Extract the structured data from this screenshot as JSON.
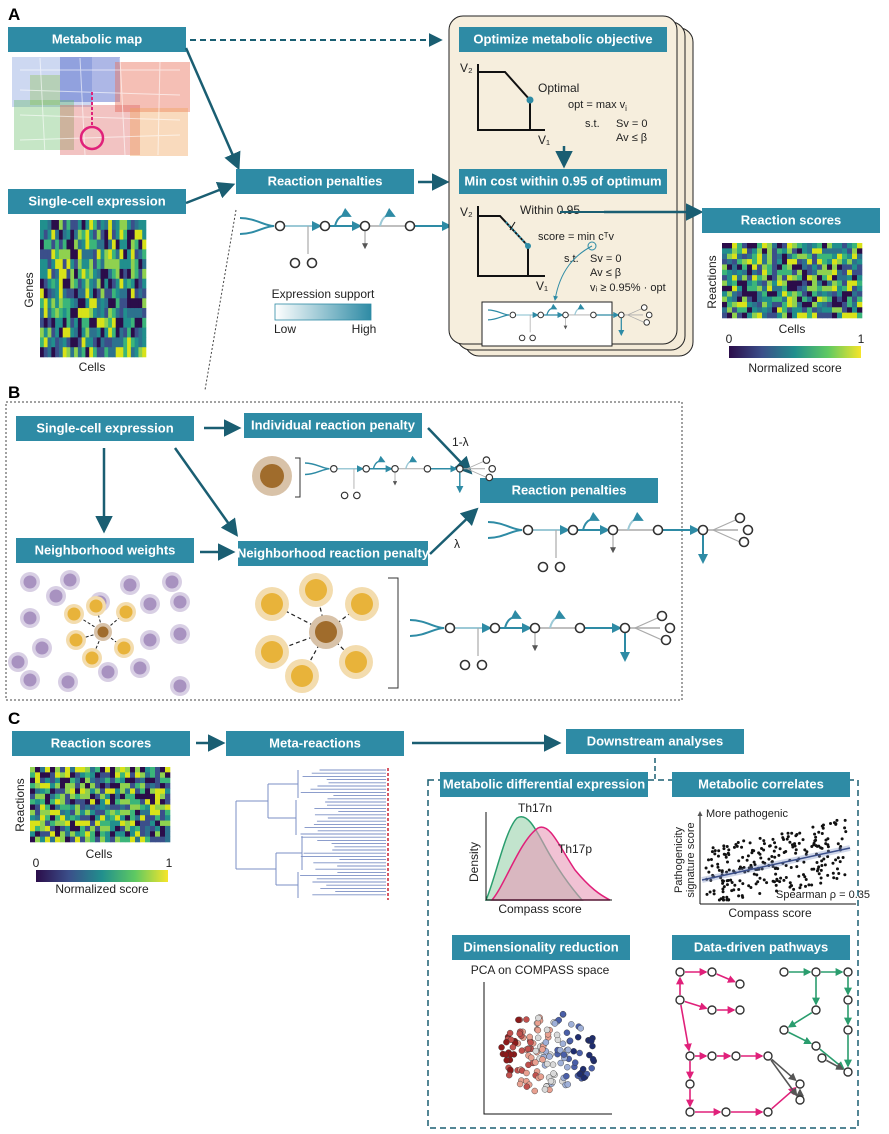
{
  "panels": {
    "a": "A",
    "b": "B",
    "c": "C"
  },
  "colors": {
    "box": "#2e8ba5",
    "arrow": "#1a5e72",
    "pink": "#e0207a",
    "green": "#2a9d6e",
    "gold": "#e8b33a",
    "purple": "#a892c0"
  },
  "a": {
    "metabolic_map": "Metabolic map",
    "single_cell_expression": "Single-cell expression",
    "reaction_penalties": "Reaction penalties",
    "optimize": "Optimize metabolic objective",
    "min_cost": "Min cost within 0.95 of optimum",
    "reaction_scores": "Reaction scores",
    "genes": "Genes",
    "cells": "Cells",
    "expression_support": "Expression support",
    "low": "Low",
    "high": "High",
    "v2": "V₂",
    "v1": "V₁",
    "optimal": "Optimal",
    "opt_eq": "opt = max v",
    "opt_sub": "i",
    "st": "s.t.",
    "sv0": "Sv = 0",
    "avb": "Av ≤ β",
    "within": "Within 0.95",
    "score_eq": "score = min cᵀv",
    "st2": "s.t.",
    "sv0b": "Sv = 0",
    "avb2": "Av ≤ β",
    "vi_opt": "vᵢ ≥ 0.95% · opt",
    "reactions": "Reactions",
    "cells2": "Cells",
    "scale0": "0",
    "scale1": "1",
    "normalized_score": "Normalized score"
  },
  "b": {
    "single_cell_expression": "Single-cell expression",
    "individual_penalty": "Individual reaction penalty",
    "neighborhood_weights": "Neighborhood weights",
    "neighborhood_penalty": "Neighborhood reaction penalty",
    "reaction_penalties": "Reaction penalties",
    "one_minus_lambda": "1-λ",
    "lambda": "λ"
  },
  "c": {
    "reaction_scores": "Reaction scores",
    "meta_reactions": "Meta-reactions",
    "downstream": "Downstream analyses",
    "diff_expr": "Metabolic differential expression",
    "correlates": "Metabolic correlates",
    "dimred": "Dimensionality reduction",
    "pathways": "Data-driven pathways",
    "reactions": "Reactions",
    "cells": "Cells",
    "scale0": "0",
    "scale1": "1",
    "normalized_score": "Normalized score",
    "th17n": "Th17n",
    "th17p": "Th17p",
    "density": "Density",
    "compass_score": "Compass score",
    "more_pathogenic": "More pathogenic",
    "patho_label1": "Pathogenicity",
    "patho_label2": "signature score",
    "spearman": "Spearman ρ = 0.35",
    "compass_score2": "Compass score",
    "pca": "PCA on COMPASS space"
  }
}
